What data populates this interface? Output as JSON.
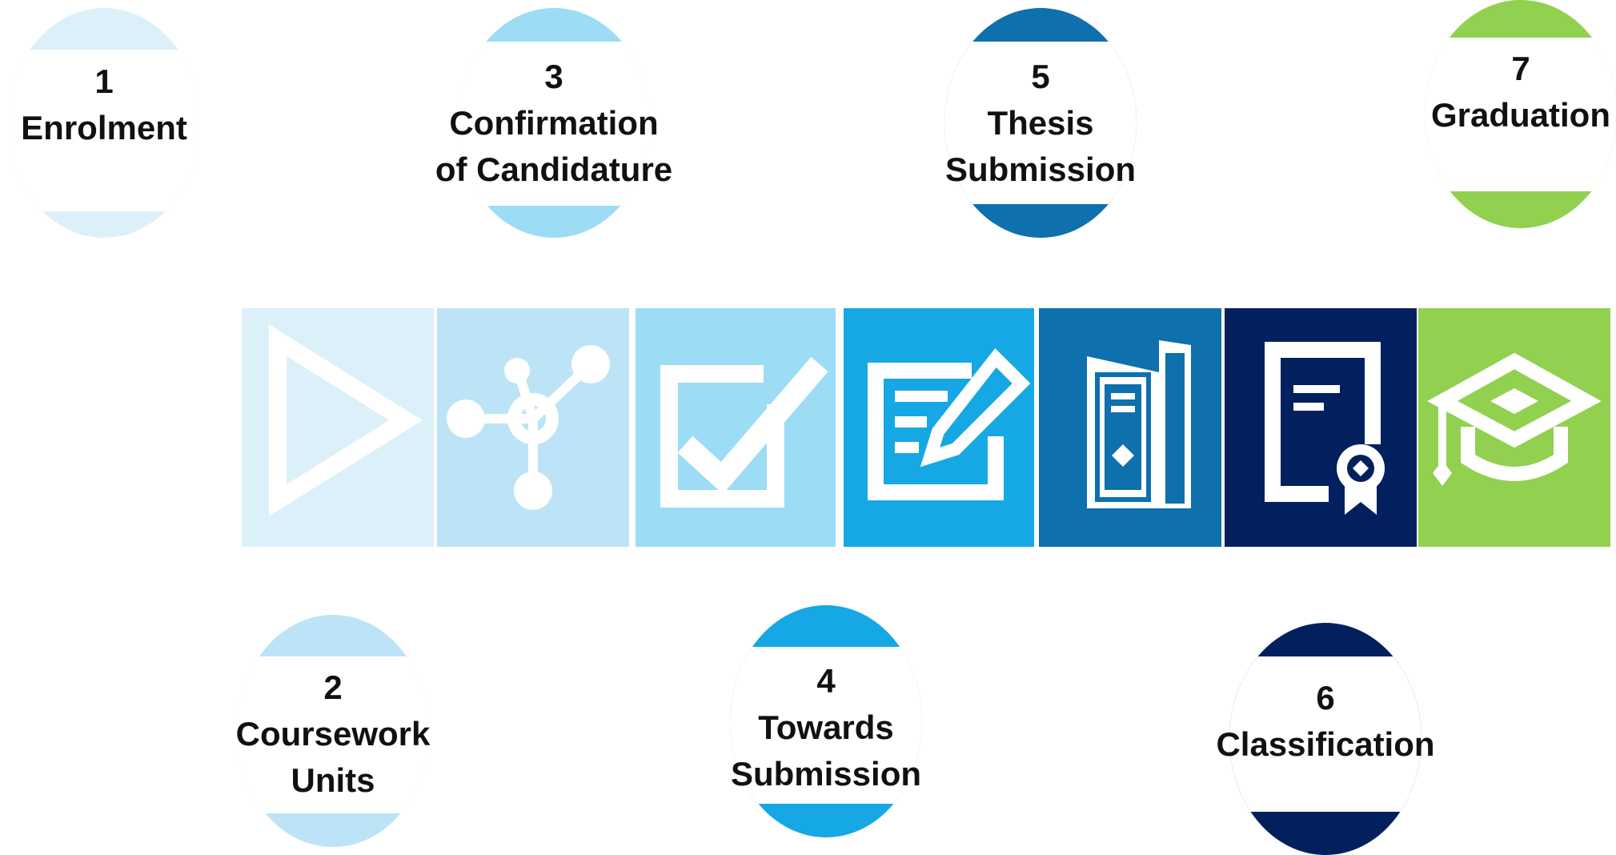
{
  "colors": {
    "step1": "#dcf0fa",
    "step2": "#bde4f6",
    "step3": "#9ddcf5",
    "step4": "#15a8e4",
    "step5": "#0e70ad",
    "step6": "#02205e",
    "step7": "#92d050",
    "icon": "#ffffff",
    "text": "#111111"
  },
  "steps": [
    {
      "number": "1",
      "title": "Enrolment",
      "icon": "play-triangle-icon"
    },
    {
      "number": "2",
      "title_line1": "Coursework",
      "title_line2": "Units",
      "icon": "network-nodes-icon"
    },
    {
      "number": "3",
      "title_line1": "Confirmation",
      "title_line2": "of Candidature",
      "icon": "checkbox-check-icon"
    },
    {
      "number": "4",
      "title_line1": "Towards",
      "title_line2": "Submission",
      "icon": "document-pencil-icon"
    },
    {
      "number": "5",
      "title_line1": "Thesis",
      "title_line2": "Submission",
      "icon": "bound-thesis-book-icon"
    },
    {
      "number": "6",
      "title": "Classification",
      "icon": "certificate-ribbon-icon"
    },
    {
      "number": "7",
      "title": "Graduation",
      "icon": "graduation-cap-icon"
    }
  ]
}
